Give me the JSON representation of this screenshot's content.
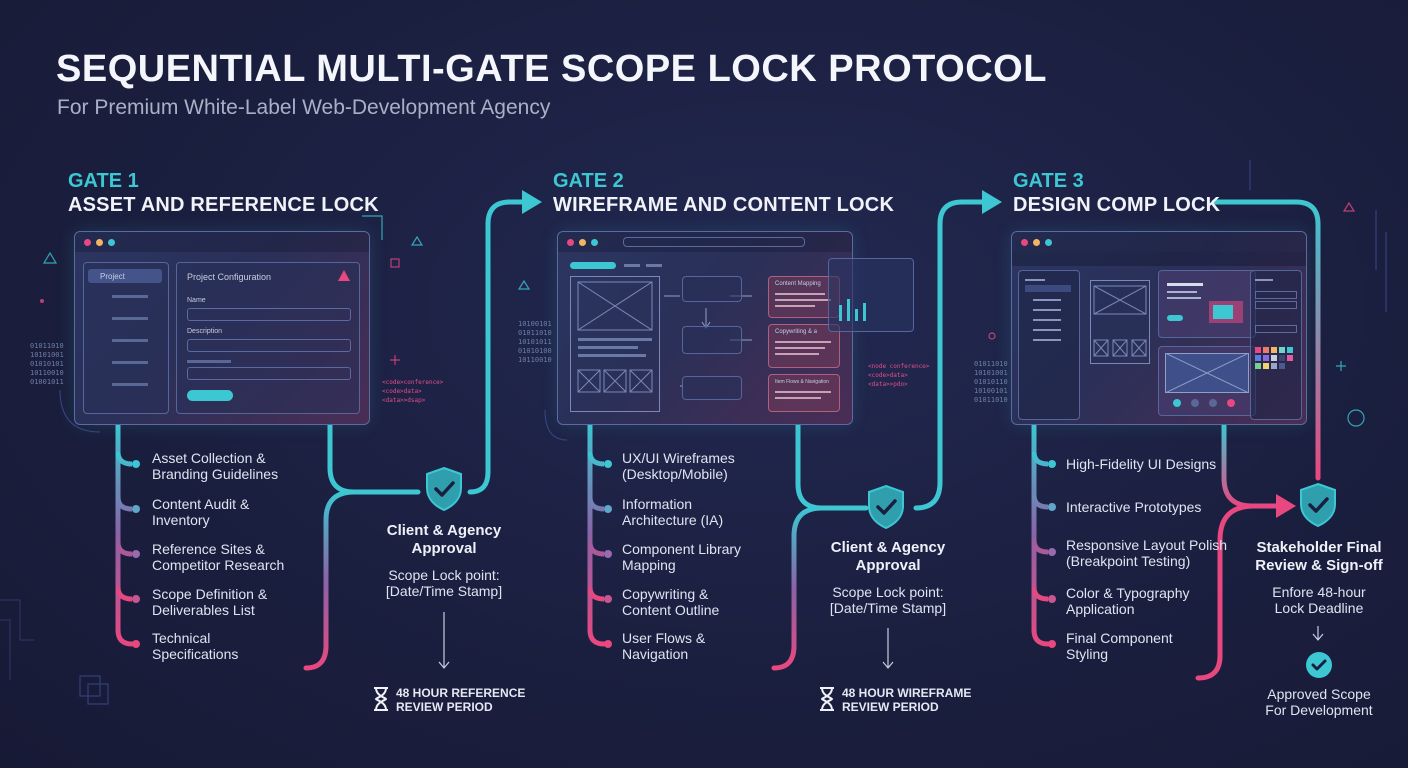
{
  "header": {
    "title": "SEQUENTIAL MULTI-GATE SCOPE LOCK PROTOCOL",
    "subtitle": "For Premium White-Label Web-Development Agency"
  },
  "colors": {
    "teal": "#3cc7d2",
    "pink": "#e8487f",
    "background": "#1b1f3f"
  },
  "gates": [
    {
      "number": "GATE 1",
      "name": "ASSET AND REFERENCE LOCK",
      "mockup": {
        "sidebar_item": "Project",
        "panel_title": "Project Configuration",
        "field_name": "Name",
        "field_description": "Description",
        "code_snippet": [
          "<code>conference>",
          "<code>data>",
          "<data>>dsap>"
        ]
      },
      "items": [
        "Asset Collection &\nBranding Guidelines",
        "Content Audit &\nInventory",
        "Reference Sites &\nCompetitor Research",
        "Scope Definition &\nDeliverables List",
        "Technical\nSpecifications"
      ],
      "approval": {
        "title": "Client & Agency\nApproval",
        "text": "Scope Lock point:\n[Date/Time Stamp]"
      },
      "review": "48 HOUR REFERENCE\nREVIEW PERIOD"
    },
    {
      "number": "GATE 2",
      "name": "WIREFRAME AND CONTENT LOCK",
      "mockup": {
        "cards": [
          "Content Mapping",
          "Copywriting & a",
          "Item Flows & Navigation"
        ],
        "code_snippet": [
          "<node conference>",
          "<code>data>",
          "<data>>pdo>"
        ]
      },
      "items": [
        "UX/UI Wireframes\n(Desktop/Mobile)",
        "Information\nArchitecture (IA)",
        "Component Library\nMapping",
        "Copywriting &\nContent Outline",
        "User Flows &\nNavigation"
      ],
      "approval": {
        "title": "Client & Agency\nApproval",
        "text": "Scope Lock point:\n[Date/Time Stamp]"
      },
      "review": "48 HOUR WIREFRAME\nREVIEW PERIOD"
    },
    {
      "number": "GATE 3",
      "name": "DESIGN COMP LOCK",
      "mockup": {
        "swatch_colors": [
          "#e8487f",
          "#f07a6a",
          "#f3b562",
          "#6fd3c7",
          "#3cc7d2",
          "#5c7ce0",
          "#8a6ad8",
          "#c9cfe0",
          "#3b4470",
          "#e05c9c",
          "#7ad08b",
          "#f2d46f",
          "#98a4c8",
          "#4b5b8f"
        ]
      },
      "items": [
        "High-Fidelity UI Designs",
        "Interactive Prototypes",
        "Responsive Layout Polish\n(Breakpoint Testing)",
        "Color & Typography\nApplication",
        "Final Component\nStyling"
      ],
      "approval": {
        "title": "Stakeholder Final\nReview & Sign-off",
        "text": "Enfore 48-hour\nLock Deadline"
      },
      "final": "Approved Scope\nFor Development"
    }
  ]
}
